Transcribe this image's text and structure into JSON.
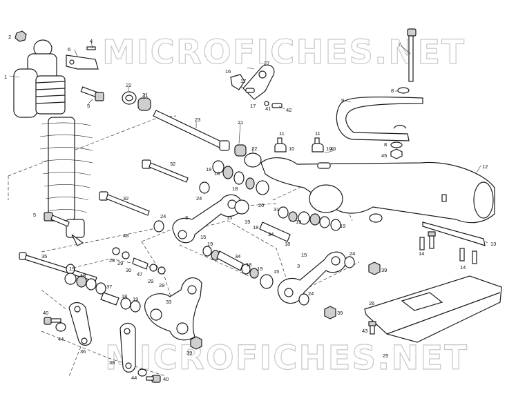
{
  "diagram": {
    "watermark_top": "MICROFICHES.NET",
    "watermark_bottom": "MICROFICHES.NET",
    "callouts": [
      {
        "id": "c1",
        "label": "1"
      },
      {
        "id": "c2",
        "label": "2"
      },
      {
        "id": "c3a",
        "label": "3"
      },
      {
        "id": "c3b",
        "label": "3"
      },
      {
        "id": "c4",
        "label": "4"
      },
      {
        "id": "c5a",
        "label": "5"
      },
      {
        "id": "c5b",
        "label": "5"
      },
      {
        "id": "c6",
        "label": "6"
      },
      {
        "id": "c7",
        "label": "7"
      },
      {
        "id": "c8a",
        "label": "8"
      },
      {
        "id": "c8b",
        "label": "8"
      },
      {
        "id": "c9",
        "label": "9"
      },
      {
        "id": "c10a",
        "label": "10"
      },
      {
        "id": "c10b",
        "label": "10"
      },
      {
        "id": "c11a",
        "label": "11"
      },
      {
        "id": "c11b",
        "label": "11"
      },
      {
        "id": "c12",
        "label": "12"
      },
      {
        "id": "c13",
        "label": "13"
      },
      {
        "id": "c14a",
        "label": "14"
      },
      {
        "id": "c14b",
        "label": "14"
      },
      {
        "id": "c15a",
        "label": "15"
      },
      {
        "id": "c15b",
        "label": "15"
      },
      {
        "id": "c15c",
        "label": "15"
      },
      {
        "id": "c15d",
        "label": "15"
      },
      {
        "id": "c16",
        "label": "16"
      },
      {
        "id": "c17a",
        "label": "17"
      },
      {
        "id": "c17b",
        "label": "17"
      },
      {
        "id": "c18a",
        "label": "18"
      },
      {
        "id": "c18b",
        "label": "18"
      },
      {
        "id": "c18c",
        "label": "18"
      },
      {
        "id": "c18d",
        "label": "18"
      },
      {
        "id": "c18e",
        "label": "18"
      },
      {
        "id": "c18f",
        "label": "18"
      },
      {
        "id": "c18g",
        "label": "18"
      },
      {
        "id": "c19a",
        "label": "19"
      },
      {
        "id": "c19b",
        "label": "19"
      },
      {
        "id": "c19c",
        "label": "19"
      },
      {
        "id": "c19d",
        "label": "19"
      },
      {
        "id": "c19e",
        "label": "19"
      },
      {
        "id": "c19f",
        "label": "19"
      },
      {
        "id": "c19g",
        "label": "19"
      },
      {
        "id": "c19h",
        "label": "19"
      },
      {
        "id": "c20",
        "label": "20"
      },
      {
        "id": "c21a",
        "label": "21"
      },
      {
        "id": "c21b",
        "label": "21"
      },
      {
        "id": "c22a",
        "label": "22"
      },
      {
        "id": "c22b",
        "label": "22"
      },
      {
        "id": "c23",
        "label": "23"
      },
      {
        "id": "c24a",
        "label": "24"
      },
      {
        "id": "c24b",
        "label": "24"
      },
      {
        "id": "c24c",
        "label": "24"
      },
      {
        "id": "c24d",
        "label": "24"
      },
      {
        "id": "c25",
        "label": "25"
      },
      {
        "id": "c26",
        "label": "26"
      },
      {
        "id": "c27",
        "label": "27"
      },
      {
        "id": "c28a",
        "label": "28"
      },
      {
        "id": "c28b",
        "label": "28"
      },
      {
        "id": "c29a",
        "label": "29"
      },
      {
        "id": "c29b",
        "label": "29"
      },
      {
        "id": "c30",
        "label": "30"
      },
      {
        "id": "c31",
        "label": "31"
      },
      {
        "id": "c32a",
        "label": "32"
      },
      {
        "id": "c32b",
        "label": "32"
      },
      {
        "id": "c33",
        "label": "33"
      },
      {
        "id": "c34a",
        "label": "34"
      },
      {
        "id": "c34b",
        "label": "34"
      },
      {
        "id": "c35",
        "label": "35"
      },
      {
        "id": "c36",
        "label": "36"
      },
      {
        "id": "c37",
        "label": "37"
      },
      {
        "id": "c38",
        "label": "38"
      },
      {
        "id": "c39a",
        "label": "39"
      },
      {
        "id": "c39b",
        "label": "39"
      },
      {
        "id": "c39c",
        "label": "39"
      },
      {
        "id": "c40a",
        "label": "40"
      },
      {
        "id": "c40b",
        "label": "40"
      },
      {
        "id": "c41",
        "label": "41"
      },
      {
        "id": "c42",
        "label": "42"
      },
      {
        "id": "c43",
        "label": "43"
      },
      {
        "id": "c44a",
        "label": "44"
      },
      {
        "id": "c44b",
        "label": "44"
      },
      {
        "id": "c45",
        "label": "45"
      },
      {
        "id": "c46",
        "label": "46"
      },
      {
        "id": "c47",
        "label": "47"
      },
      {
        "id": "c48",
        "label": "48"
      }
    ]
  }
}
